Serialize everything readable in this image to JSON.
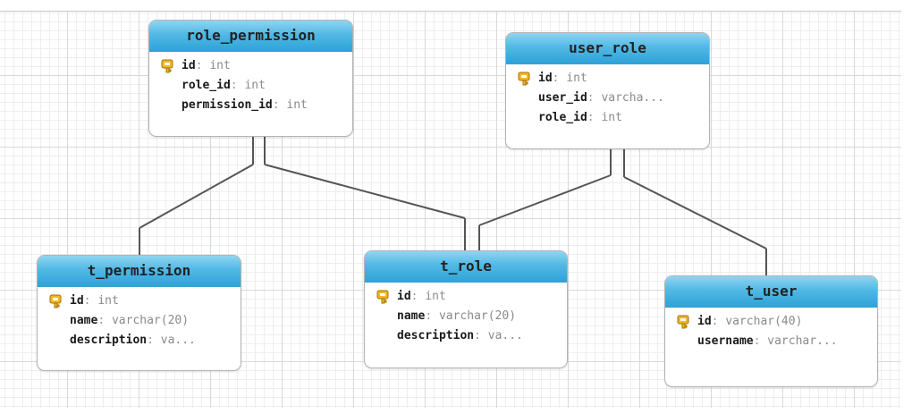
{
  "entities": [
    {
      "name": "role_permission",
      "fields": [
        {
          "name": "id",
          "type": "int",
          "pk": true
        },
        {
          "name": "role_id",
          "type": "int",
          "pk": false
        },
        {
          "name": "permission_id",
          "type": "int",
          "pk": false
        }
      ]
    },
    {
      "name": "user_role",
      "fields": [
        {
          "name": "id",
          "type": "int",
          "pk": true
        },
        {
          "name": "user_id",
          "type": "varcha...",
          "pk": false
        },
        {
          "name": "role_id",
          "type": "int",
          "pk": false
        }
      ]
    },
    {
      "name": "t_permission",
      "fields": [
        {
          "name": "id",
          "type": "int",
          "pk": true
        },
        {
          "name": "name",
          "type": "varchar(20)",
          "pk": false
        },
        {
          "name": "description",
          "type": "va...",
          "pk": false
        }
      ]
    },
    {
      "name": "t_role",
      "fields": [
        {
          "name": "id",
          "type": "int",
          "pk": true
        },
        {
          "name": "name",
          "type": "varchar(20)",
          "pk": false
        },
        {
          "name": "description",
          "type": "va...",
          "pk": false
        }
      ]
    },
    {
      "name": "t_user",
      "fields": [
        {
          "name": "id",
          "type": "varchar(40)",
          "pk": true
        },
        {
          "name": "username",
          "type": "varchar...",
          "pk": false
        }
      ]
    }
  ],
  "relations": [
    {
      "from": "t_permission",
      "to": "role_permission"
    },
    {
      "from": "t_role",
      "to": "role_permission"
    },
    {
      "from": "t_role",
      "to": "user_role"
    },
    {
      "from": "t_user",
      "to": "user_role"
    }
  ],
  "icons": {
    "key": "key-icon"
  },
  "colors": {
    "header_top": "#8fd5f1",
    "header_bottom": "#2ea3d8",
    "key_gold": "#f0b820",
    "link": "#555555",
    "grid": "#d9d9d9"
  }
}
